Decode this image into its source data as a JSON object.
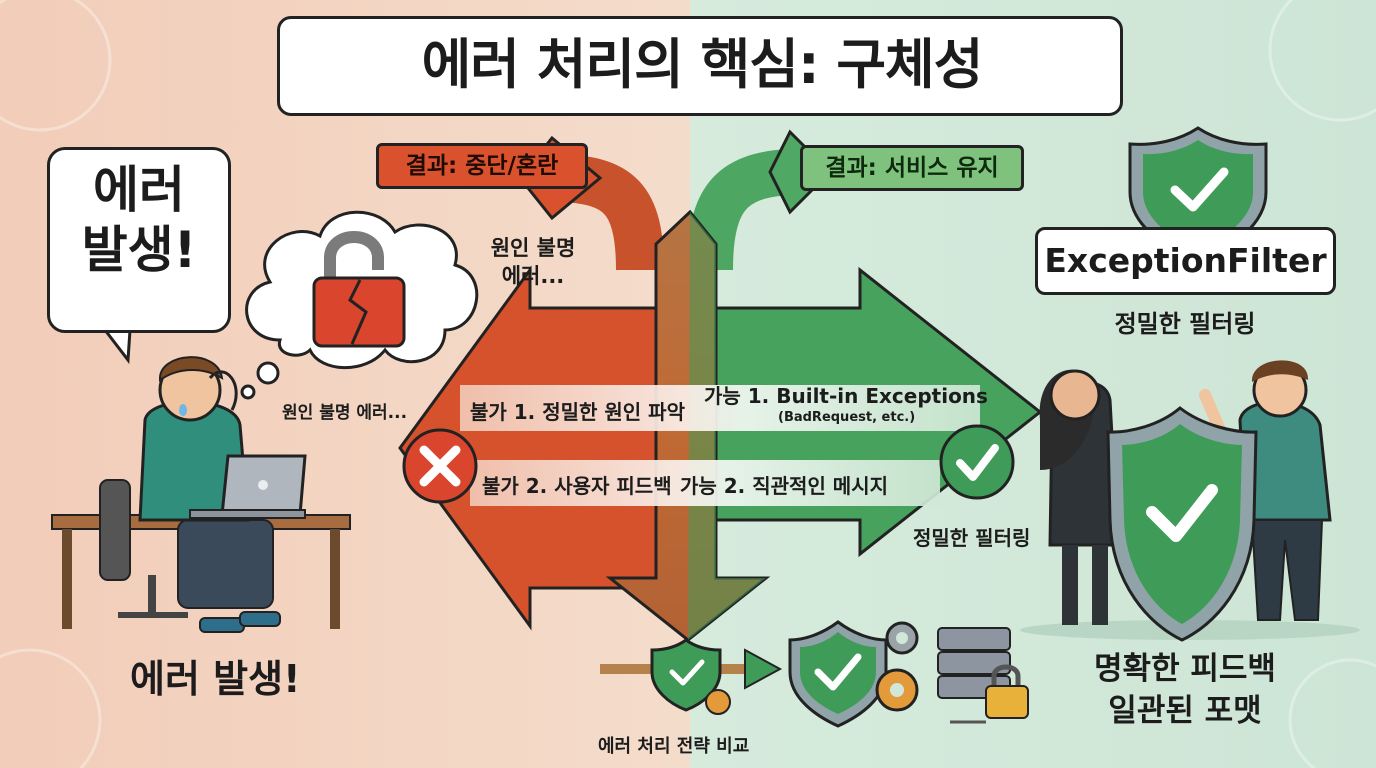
{
  "title": {
    "text": "에러 처리의 핵심: 구체성"
  },
  "left": {
    "speech": {
      "line1": "에러",
      "line2": "발생!"
    },
    "thought_caption": "원인 불명 에러...",
    "bottom_caption": "에러 발생!",
    "result_tag": "결과: 중단/혼란",
    "floating_caption": {
      "line1": "원인 불명",
      "line2": "에러..."
    },
    "item1": "불가 1. 정밀한 원인 파악",
    "item2": "불가 2. 사용자 피드백"
  },
  "right": {
    "result_tag": "결과: 서비스 유지",
    "item1_main": "가능 1. Built-in Exceptions",
    "item1_sub": "(BadRequest, etc.)",
    "item2": "가능 2. 직관적인 메시지",
    "filter_caption": "정밀한 필터링",
    "filter_label": "ExceptionFilter",
    "filter_sub": "정밀한 필터링",
    "bottom_line1": "명확한 피드백",
    "bottom_line2": "일관된 포맷"
  },
  "bottom_center": {
    "caption": "에러 처리 전략 비교"
  },
  "colors": {
    "left_bg": "#f3d3c1",
    "right_bg": "#d0e7da",
    "red": "#d9522d",
    "green": "#3f9c58",
    "brown": "#b4673a"
  }
}
